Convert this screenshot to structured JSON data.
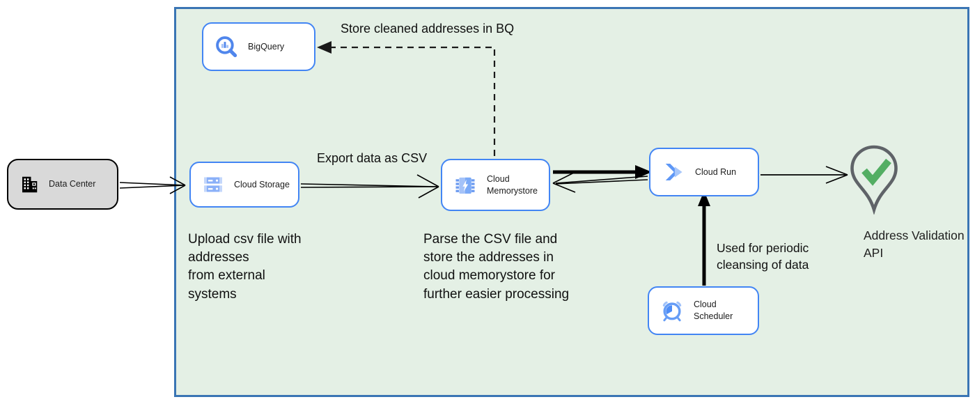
{
  "colors": {
    "container_fill": "#e4f0e5",
    "container_border": "#3a75b4",
    "node_border": "#4285f4",
    "node_fill": "#ffffff",
    "datacenter_fill": "#d9d9d9",
    "datacenter_border": "#000000",
    "arrow_black": "#000000",
    "pin_outline": "#5f6368",
    "check_green": "#53ae63",
    "icon_blue": "#5086ec",
    "icon_light_blue": "#a4c2f8"
  },
  "nodes": {
    "data_center": {
      "label": "Data Center",
      "icon": "building-icon"
    },
    "bigquery": {
      "label": "BigQuery",
      "icon": "bigquery-icon"
    },
    "cloud_storage": {
      "label": "Cloud Storage",
      "icon": "cloud-storage-icon"
    },
    "cloud_memorystore": {
      "label": "Cloud\nMemorystore",
      "icon": "memorystore-icon"
    },
    "cloud_run": {
      "label": "Cloud Run",
      "icon": "cloud-run-icon"
    },
    "cloud_scheduler": {
      "label": "Cloud Scheduler",
      "icon": "cloud-scheduler-icon"
    },
    "address_validation": {
      "label": "Address Validation\nAPI",
      "icon": "map-pin-check-icon"
    }
  },
  "edge_labels": {
    "store_bq": "Store cleaned addresses in BQ",
    "export_csv": "Export data as CSV",
    "periodic": "Used for periodic\ncleansing of data"
  },
  "annotations": {
    "upload": "Upload csv file with\naddresses\nfrom external\nsystems",
    "parse": "Parse the CSV file and\nstore the addresses in\ncloud  memorystore for\nfurther easier processing"
  }
}
